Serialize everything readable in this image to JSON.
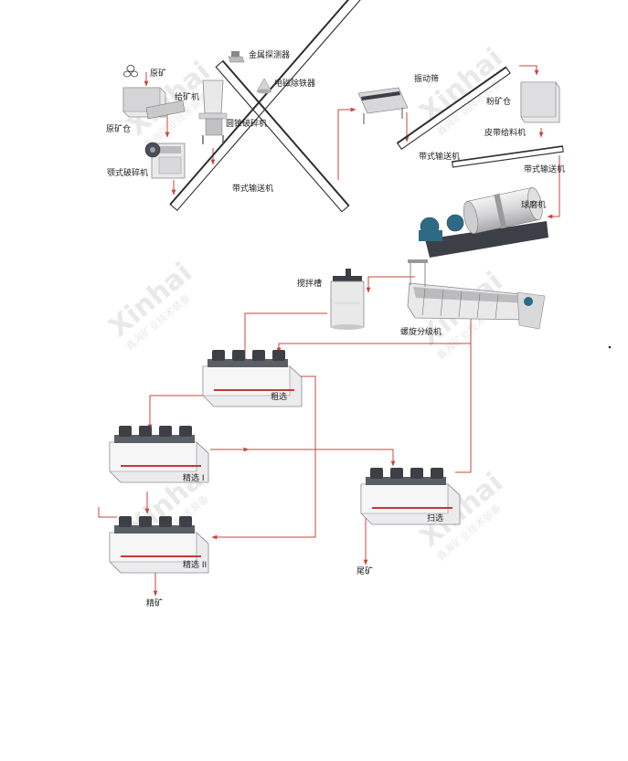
{
  "colors": {
    "flow_line": "#c8463c",
    "machine_body": "#e9e9ea",
    "machine_dark": "#4a4f55",
    "accent_red": "#c23a35",
    "watermark": "#d8d8d8"
  },
  "labels": {
    "raw_ore": "原矿",
    "raw_ore_bin": "原矿仓",
    "feeder": "给矿机",
    "jaw_crusher": "颚式破碎机",
    "cone_crusher": "圆锥破碎机",
    "metal_detector": "金属探测器",
    "electromagnetic_separator": "电磁除铁器",
    "belt_conveyor_1": "带式输送机",
    "vibrating_screen": "振动筛",
    "belt_conveyor_2": "带式输送机",
    "powder_bin": "粉矿仓",
    "belt_feeder": "皮带给料机",
    "belt_conveyor_3": "带式输送机",
    "ball_mill": "球磨机",
    "agitation_tank": "搅拌槽",
    "spiral_classifier": "螺旋分级机",
    "roughing": "粗选",
    "cleaning_1": "精选 I",
    "cleaning_2": "精选 II",
    "scavenging": "扫选",
    "concentrate": "精矿",
    "tailings": "尾矿"
  },
  "watermark": {
    "brand": "Xinhai",
    "slogan": "鑫海矿业技术装备"
  },
  "icons": [
    "ore-icon",
    "bin-icon",
    "feeder-icon",
    "jaw-crusher-icon",
    "cone-crusher-icon",
    "metal-detector-icon",
    "iron-remover-icon",
    "vibrating-screen-icon",
    "powder-bin-icon",
    "ball-mill-icon",
    "agitation-tank-icon",
    "spiral-classifier-icon",
    "flotation-cell-icon"
  ]
}
